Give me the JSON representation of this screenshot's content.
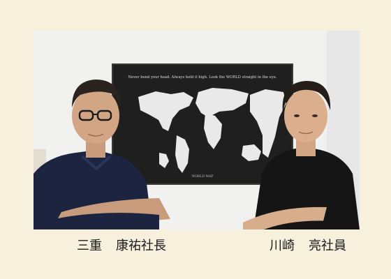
{
  "photo": {
    "map_motto": "Never bend your head.  Always hold it high.  Look the WORLD straight in the eye.",
    "map_footer": "WORLD MAP"
  },
  "captions": {
    "left": {
      "surname": "三重",
      "given_title": "康祐社長"
    },
    "right": {
      "surname": "川崎",
      "given_title": "亮社員"
    }
  },
  "colors": {
    "background": "#f6f0dd",
    "map_board": "#1f1f1f",
    "shirt_left": "#1c2440",
    "shirt_right": "#151515"
  }
}
